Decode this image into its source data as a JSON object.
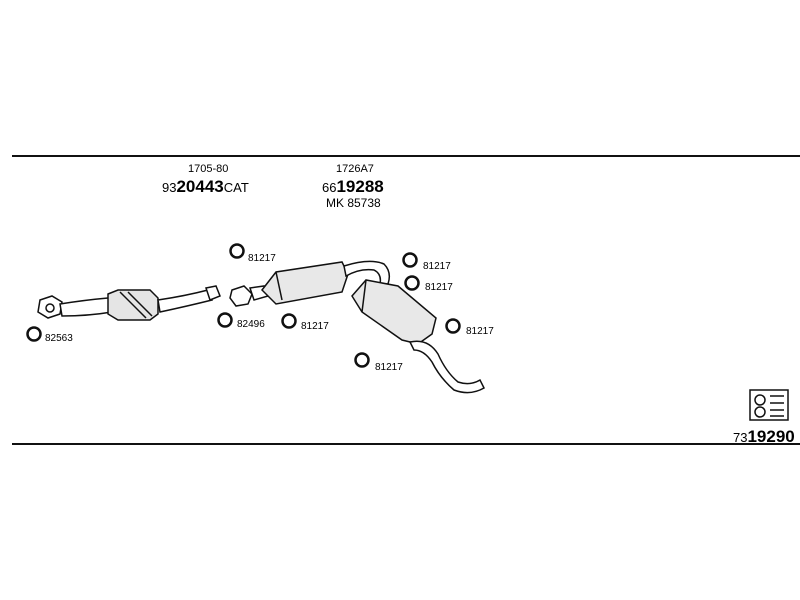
{
  "header": {
    "left_part": {
      "code": "1705-80",
      "number_prefix": "93",
      "number_main": "20443",
      "number_suffix": "CAT"
    },
    "right_part": {
      "code": "1726A7",
      "number_prefix": "66",
      "number_main": "19288",
      "alt_number": "MK 85738"
    }
  },
  "callouts": [
    {
      "id": "gasket-front",
      "label": "82563"
    },
    {
      "id": "gasket-mid-top",
      "label": "81217"
    },
    {
      "id": "gasket-mid-bottom",
      "label": "82496"
    },
    {
      "id": "gasket-center",
      "label": "81217"
    },
    {
      "id": "gasket-rear-1",
      "label": "81217"
    },
    {
      "id": "gasket-rear-2",
      "label": "81217"
    },
    {
      "id": "gasket-rear-3",
      "label": "81217"
    },
    {
      "id": "gasket-rear-4",
      "label": "81217"
    }
  ],
  "footer": {
    "number_prefix": "73",
    "number_main": "19290"
  },
  "colors": {
    "line": "#111111",
    "fill": "#d9d9d9"
  }
}
